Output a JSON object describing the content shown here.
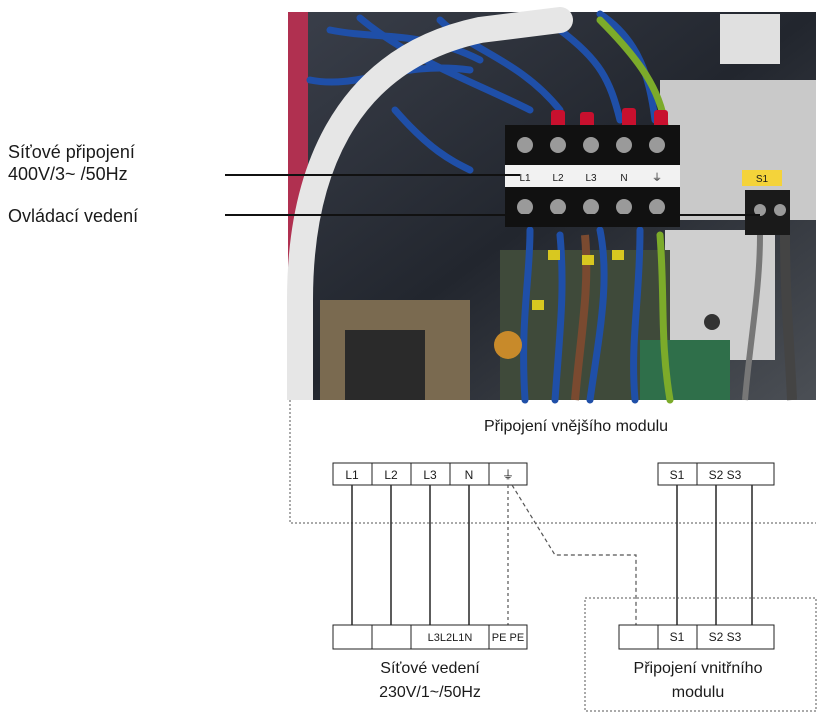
{
  "callouts": {
    "mains_line1": "Síťové připojení",
    "mains_line2": "400V/3~ /50Hz",
    "control": "Ovládací vedení"
  },
  "photo_terminal_labels": [
    "L1",
    "L2",
    "L3",
    "N",
    "⏚"
  ],
  "photo_s1_tag": "S1",
  "outdoor_module": {
    "title": "Připojení vnějšího modulu",
    "power_terminals": [
      "L1",
      "L2",
      "L3",
      "N",
      "⏚"
    ],
    "signal_terminals": [
      "S1",
      "S2 S3"
    ]
  },
  "mains_block": {
    "terminals": [
      "",
      "",
      "L3L2L1N",
      "PE PE"
    ],
    "caption_line1": "Síťové vedení",
    "caption_line2": "230V/1~/50Hz"
  },
  "indoor_module": {
    "terminals": [
      "",
      "S1",
      "S2 S3"
    ],
    "caption_line1": "Připojení vnitřního",
    "caption_line2": "modulu"
  },
  "colors": {
    "wire_blue": "#1f4fa8",
    "wire_red": "#c8102e",
    "wire_green_yellow": "#7cab2a",
    "terminal_black": "#111111",
    "cable_white": "#e6e6e6",
    "dashed_line": "#555555"
  }
}
